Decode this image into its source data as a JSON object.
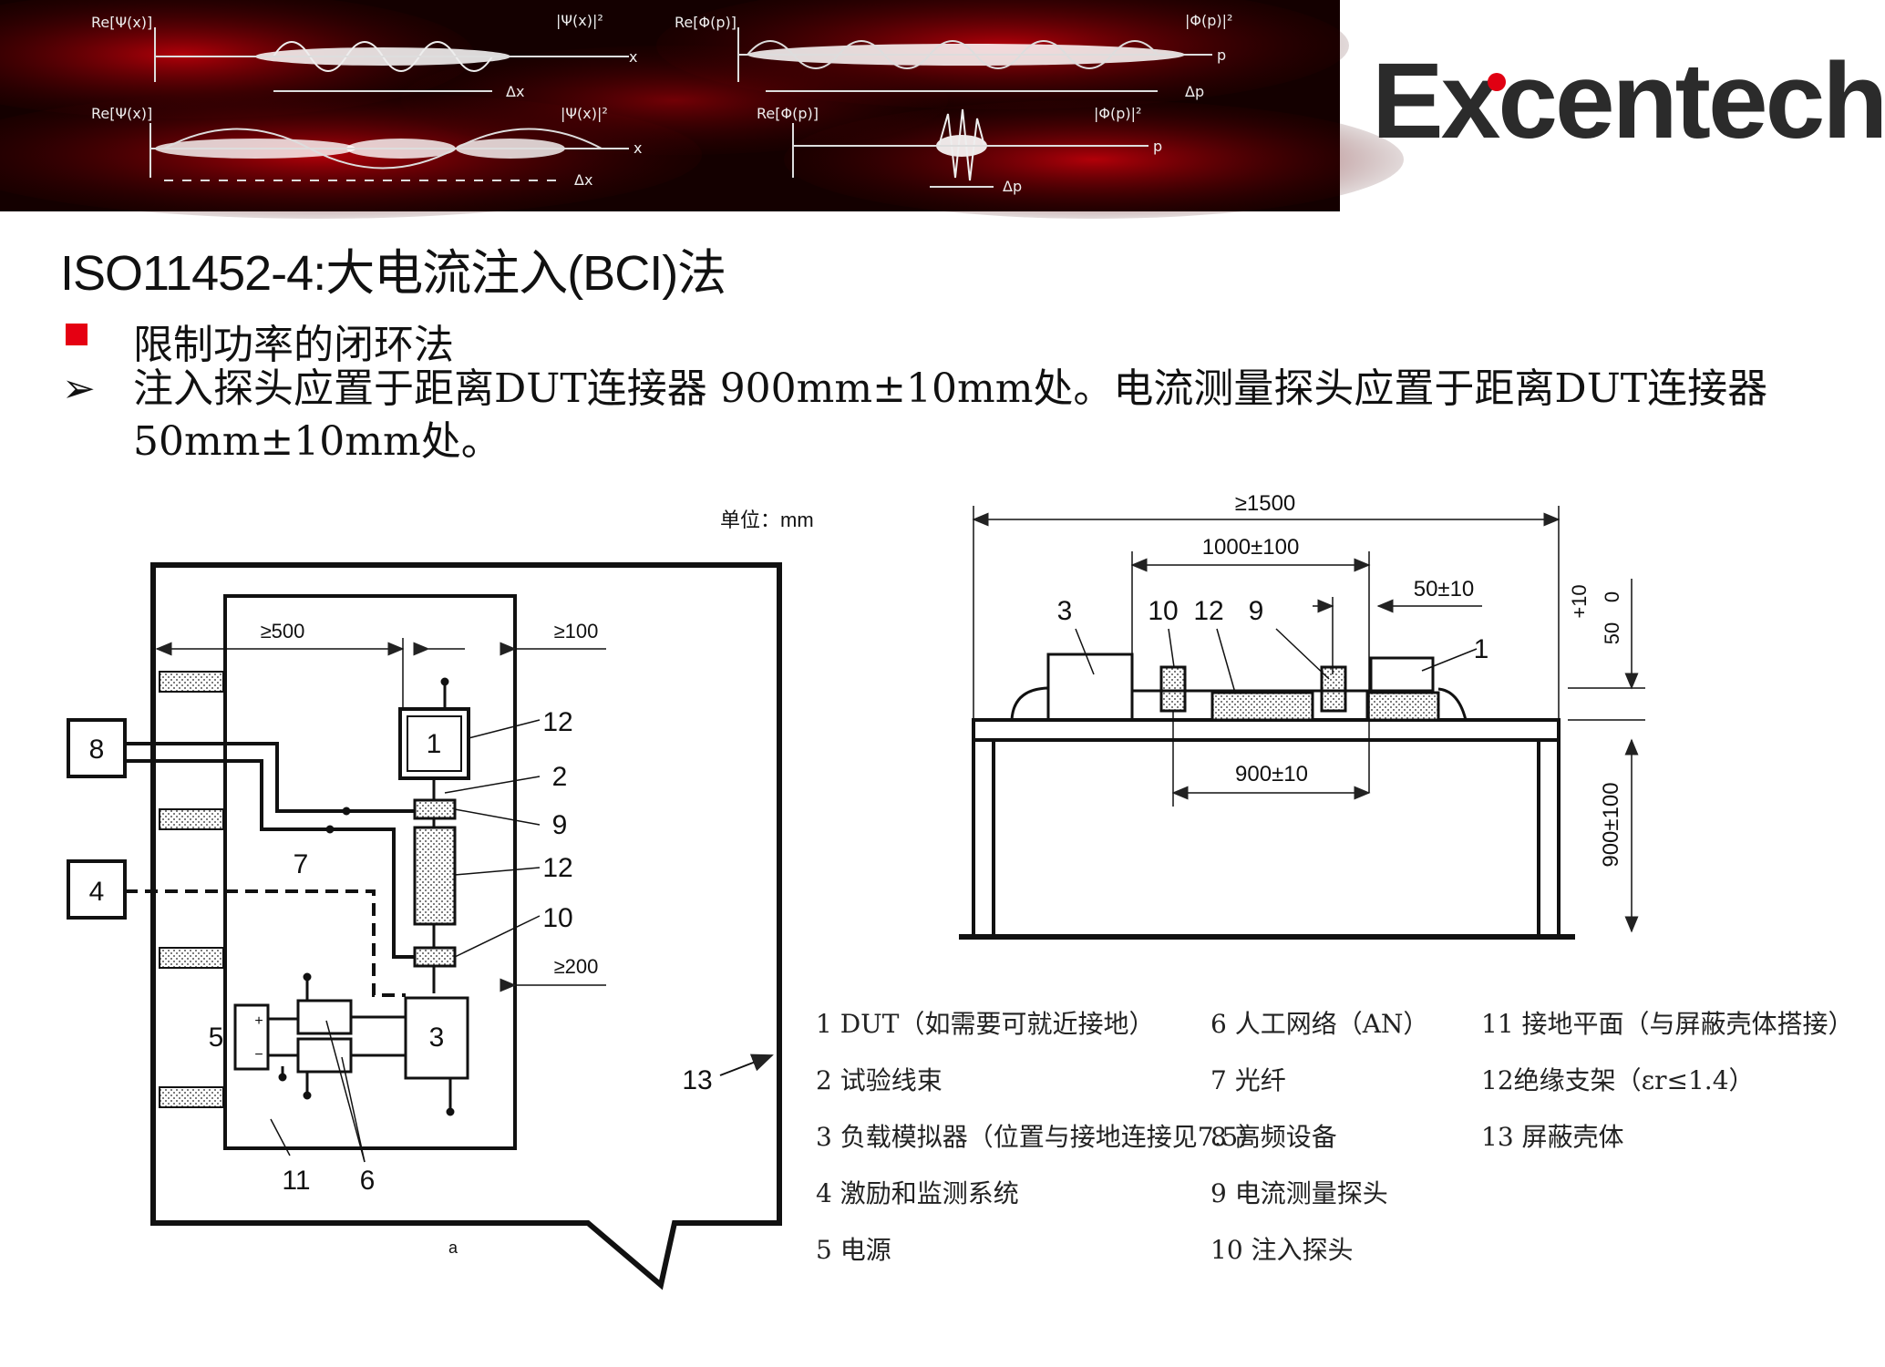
{
  "banner": {
    "labels": [
      "Re[Ψ(x)]",
      "|Ψ(x)|²",
      "Re[Φ(p)]",
      "|Φ(p)|²",
      "Re[Ψ(x)]",
      "|Ψ(x)|²",
      "Re[Φ(p)]",
      "|Φ(p)|²"
    ],
    "axis_labels": [
      "x",
      "Δx",
      "p",
      "Δp",
      "x",
      "Δx",
      "p",
      "Δp"
    ]
  },
  "logo": "Excentech",
  "title": "ISO11452-4:大电流注入(BCI)法",
  "bullet1": "限制功率的闭环法",
  "bullet2": "注入探头应置于距离DUT连接器 900mm±10mm处。电流测量探头应置于距离DUT连接器 50mm±10mm处。",
  "bullet2_marker": "➢",
  "unit_label": "单位：mm",
  "left_diagram": {
    "dims": [
      "≥500",
      "≥100",
      "≥200"
    ],
    "numbers": [
      "1",
      "2",
      "3",
      "4",
      "5",
      "6",
      "7",
      "8",
      "9",
      "10",
      "11",
      "12",
      "12",
      "13"
    ],
    "footnote": "a"
  },
  "right_diagram": {
    "dims": [
      "≥1500",
      "1000±100",
      "50±10",
      "900±10",
      "900±100",
      "+10",
      "50",
      "0"
    ],
    "numbers": [
      "3",
      "10",
      "12",
      "9",
      "1"
    ]
  },
  "legend": [
    "1 DUT（如需要可就近接地）",
    "2 试验线束",
    "3 负载模拟器（位置与接地连接见7.5）",
    "4 激励和监测系统",
    "5 电源",
    "6 人工网络（AN）",
    "7 光纤",
    "8 高频设备",
    "9 电流测量探头",
    "10 注入探头",
    "11 接地平面（与屏蔽壳体搭接）",
    "12绝缘支架（εr≤1.4）",
    "13 屏蔽壳体"
  ],
  "colors": {
    "accent": "#e50012",
    "banner_bg": "#140000"
  }
}
